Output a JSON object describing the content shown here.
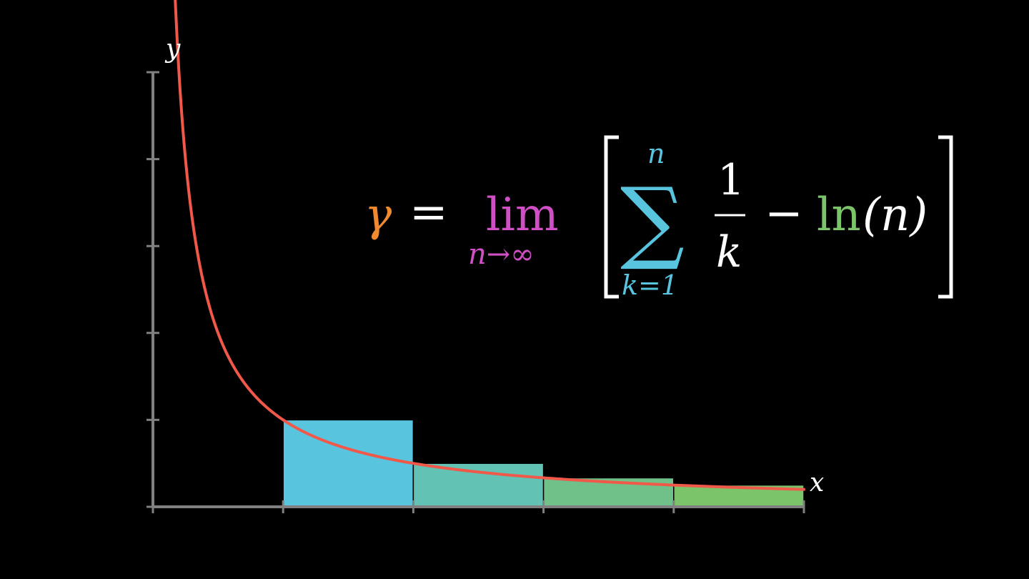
{
  "colors": {
    "background": "#000000",
    "axis": "#808080",
    "curve": "#F0584A",
    "gamma": "#F08A30",
    "lim": "#D04FC4",
    "sum": "#58C4DD",
    "ln": "#7CC46A",
    "text": "#FFFFFF",
    "bar_outline": "#000000"
  },
  "chart_data": {
    "type": "bar",
    "xlabel": "x",
    "ylabel": "y",
    "xlim": [
      0,
      5
    ],
    "ylim": [
      0,
      5
    ],
    "x_ticks": [
      0,
      1,
      2,
      3,
      4,
      5
    ],
    "y_ticks": [
      0,
      1,
      2,
      3,
      4,
      5
    ],
    "bars": [
      {
        "x0": 1,
        "x1": 2,
        "value": 1.0,
        "color": "#58C4DD"
      },
      {
        "x0": 2,
        "x1": 3,
        "value": 0.5,
        "color": "#62C2B3"
      },
      {
        "x0": 3,
        "x1": 4,
        "value": 0.333,
        "color": "#70C189"
      },
      {
        "x0": 4,
        "x1": 5,
        "value": 0.25,
        "color": "#7CC46A"
      }
    ],
    "curve": {
      "function": "y = 1/x",
      "x_range": [
        0.17,
        5
      ]
    },
    "grid": false,
    "legend": "none"
  },
  "formula": {
    "gamma": "γ",
    "equals": "=",
    "lim": "lim",
    "lim_sub": "n→∞",
    "sum_symbol": "∑",
    "sum_top": "n",
    "sum_bottom": "k=1",
    "numerator": "1",
    "denominator": "k",
    "minus": "−",
    "ln": "ln",
    "ln_arg": "(n)"
  }
}
